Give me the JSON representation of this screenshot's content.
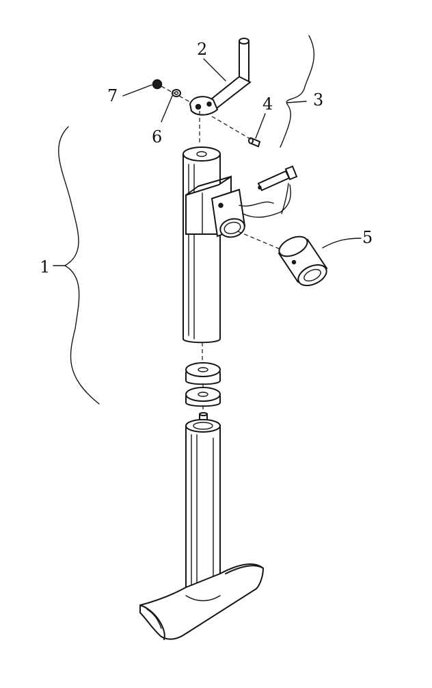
{
  "labels": {
    "part_1": "1",
    "part_2": "2",
    "part_3": "3",
    "part_4": "4",
    "part_5": "5",
    "part_6": "6",
    "part_7": "7"
  },
  "colors": {
    "ink": "#141414",
    "background": "#ffffff"
  }
}
